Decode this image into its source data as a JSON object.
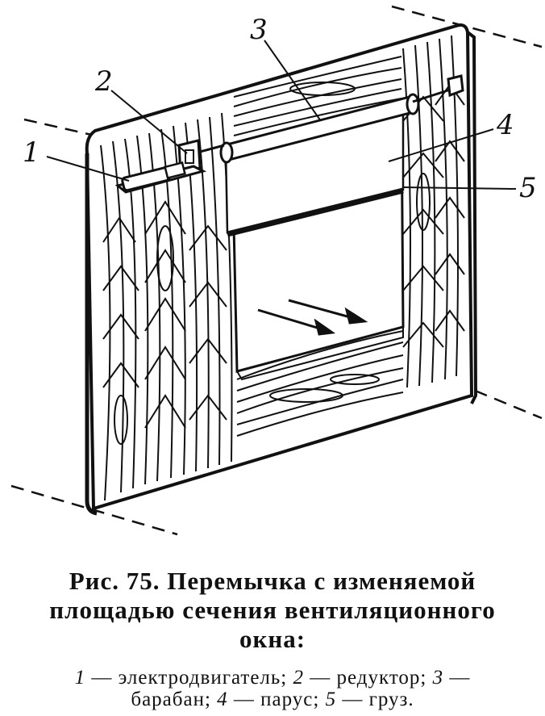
{
  "figure": {
    "labels": [
      "1",
      "2",
      "3",
      "4",
      "5"
    ]
  },
  "caption": {
    "line1": "Рис.  75.  Перемычка  с  изменяемой",
    "line2": "площадью  сечения  вентиляционного",
    "line3": "окна:"
  },
  "legend": {
    "items": [
      {
        "num": "1",
        "text": "— электродвигатель;"
      },
      {
        "num": "2",
        "text": "— редуктор;"
      },
      {
        "num": "3",
        "text": "—"
      },
      {
        "num": "",
        "text": "барабан;"
      },
      {
        "num": "4",
        "text": "— парус;"
      },
      {
        "num": "5",
        "text": "— груз."
      }
    ]
  }
}
